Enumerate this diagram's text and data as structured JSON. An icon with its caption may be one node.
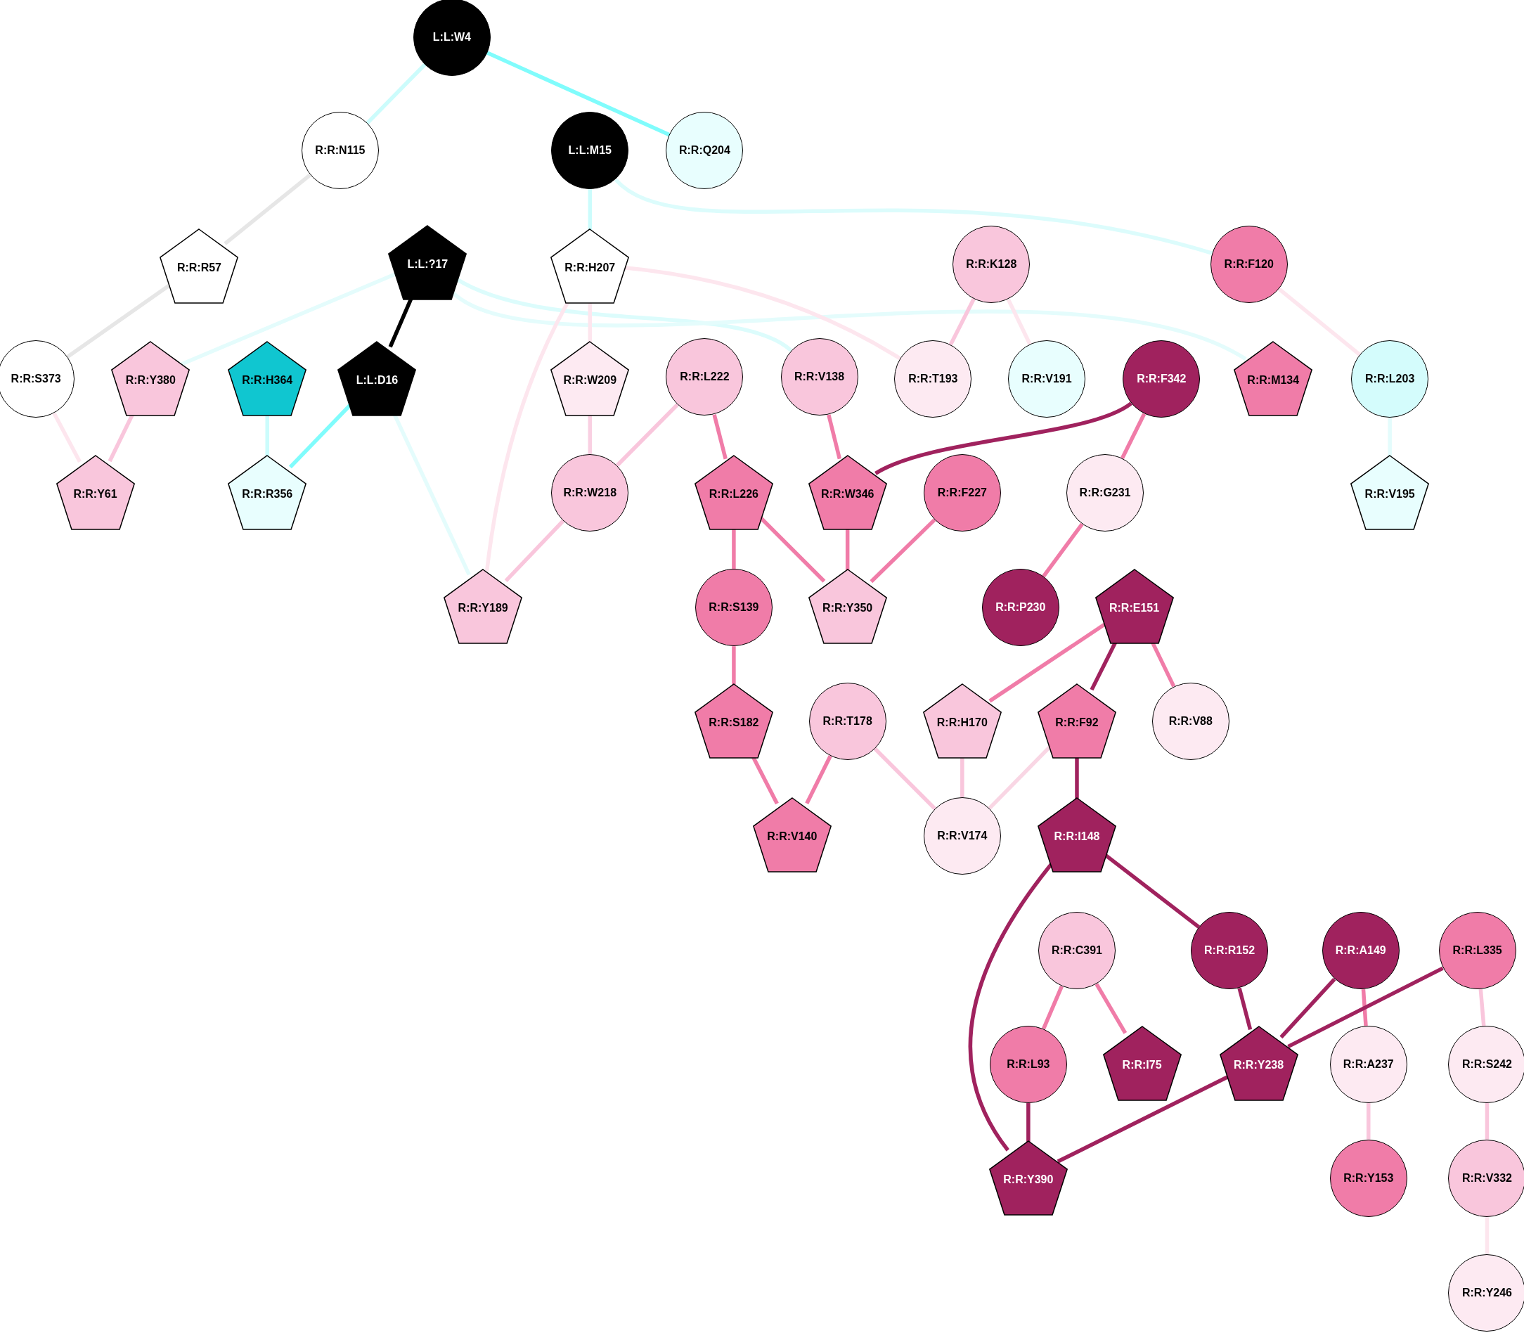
{
  "diagram": {
    "nodes": [
      {
        "text": [
          "L:L:W4"
        ]
      },
      {
        "text": [
          "R:R:N115"
        ]
      },
      {
        "text": [
          "L:L:M15"
        ]
      },
      {
        "text": [
          "R:R:Q204"
        ]
      },
      {
        "text": [
          "R:R:R57"
        ]
      },
      {
        "text": [
          "L:L:?17"
        ]
      },
      {
        "text": [
          "R:R:H207"
        ]
      },
      {
        "text": [
          "R:R:K128"
        ]
      },
      {
        "text": [
          "R:R:F120"
        ]
      },
      {
        "text": [
          "R:R:S373"
        ]
      },
      {
        "text": [
          "R:R:Y380"
        ]
      },
      {
        "text": [
          "R:R:H364"
        ]
      },
      {
        "text": [
          "L:L:D16"
        ]
      },
      {
        "text": [
          "R:R:W209"
        ]
      },
      {
        "text": [
          "R:R:L222"
        ]
      },
      {
        "text": [
          "R:R:V138"
        ]
      },
      {
        "text": [
          "R:R:T193"
        ]
      },
      {
        "text": [
          "R:R:V191"
        ]
      },
      {
        "text": [
          "R:R:F342"
        ]
      },
      {
        "text": [
          "R:R:M134"
        ]
      },
      {
        "text": [
          "R:R:L203"
        ]
      },
      {
        "text": [
          "R:R:Y61"
        ]
      },
      {
        "text": [
          "R:R:R356"
        ]
      },
      {
        "text": [
          "R:R:W218"
        ]
      },
      {
        "text": [
          "R:R:L226"
        ]
      },
      {
        "text": [
          "R:R:W346"
        ]
      },
      {
        "text": [
          "R:R:F227"
        ]
      },
      {
        "text": [
          "R:R:G231"
        ]
      },
      {
        "text": [
          "R:R:V195"
        ]
      },
      {
        "text": [
          "R:R:Y189"
        ]
      },
      {
        "text": [
          "R:R:S139"
        ]
      },
      {
        "text": [
          "R:R:Y350"
        ]
      },
      {
        "text": [
          "R:R:P230"
        ]
      },
      {
        "text": [
          "R:R:E151"
        ]
      },
      {
        "text": [
          "R:R:S182"
        ]
      },
      {
        "text": [
          "R:R:T178"
        ]
      },
      {
        "text": [
          "R:R:H170"
        ]
      },
      {
        "text": [
          "R:R:F92"
        ]
      },
      {
        "text": [
          "R:R:V88"
        ]
      },
      {
        "text": [
          "R:R:V140"
        ]
      },
      {
        "text": [
          "R:R:V174"
        ]
      },
      {
        "text": [
          "R:R:I148"
        ]
      },
      {
        "text": [
          "R:R:C391"
        ]
      },
      {
        "text": [
          "R:R:R152"
        ]
      },
      {
        "text": [
          "R:R:A149"
        ]
      },
      {
        "text": [
          "R:R:L335"
        ]
      },
      {
        "text": [
          "R:R:L93"
        ]
      },
      {
        "text": [
          "R:R:I75"
        ]
      },
      {
        "text": [
          "R:R:Y238"
        ]
      },
      {
        "text": [
          "R:R:A237"
        ]
      },
      {
        "text": [
          "R:R:S242"
        ]
      },
      {
        "text": [
          "R:R:Y390"
        ]
      },
      {
        "text": [
          "R:R:Y153"
        ]
      },
      {
        "text": [
          "R:R:V332"
        ]
      },
      {
        "text": [
          "R:R:Y246"
        ]
      }
    ],
    "edges": [
      {
        "from": 0,
        "to": 1,
        "arrow": "none",
        "color": "#ccfcfc"
      },
      {
        "from": 0,
        "to": 3,
        "arrow": "none",
        "color": "#80fcfc"
      },
      {
        "from": 1,
        "to": 4,
        "arrow": "none",
        "color": "#e6e6e6"
      },
      {
        "from": 4,
        "to": 9,
        "arrow": "none",
        "color": "#e6e6e6"
      },
      {
        "from": 2,
        "to": 6,
        "arrow": "none",
        "color": "#ccfcfc"
      },
      {
        "from": 2,
        "to": 8,
        "arrow": "none",
        "color": "#dcfcfc"
      },
      {
        "from": 5,
        "to": 10,
        "arrow": "none",
        "color": "#e4fcfc"
      },
      {
        "from": 5,
        "to": 12,
        "arrow": "none",
        "color": "#000000"
      },
      {
        "from": 5,
        "to": 15,
        "arrow": "none",
        "color": "#dcfcfc"
      },
      {
        "from": 5,
        "to": 19,
        "arrow": "none",
        "color": "#e4fcfc"
      },
      {
        "from": 6,
        "to": 13,
        "arrow": "none",
        "color": "#fde6ee"
      },
      {
        "from": 6,
        "to": 16,
        "arrow": "none",
        "color": "#fde6ee"
      },
      {
        "from": 6,
        "to": 29,
        "arrow": "none",
        "color": "#fde6ee"
      },
      {
        "from": 7,
        "to": 16,
        "arrow": "none",
        "color": "#f9c6dc"
      },
      {
        "from": 7,
        "to": 17,
        "arrow": "none",
        "color": "#fde6ee"
      },
      {
        "from": 8,
        "to": 20,
        "arrow": "none",
        "color": "#fde6ee"
      },
      {
        "from": 9,
        "to": 21,
        "arrow": "none",
        "color": "#fde6ee"
      },
      {
        "from": 10,
        "to": 21,
        "arrow": "none",
        "color": "#f9c6dc"
      },
      {
        "from": 11,
        "to": 22,
        "arrow": "none",
        "color": "#ccfcfc"
      },
      {
        "from": 12,
        "to": 22,
        "arrow": "none",
        "color": "#80fcfc"
      },
      {
        "from": 12,
        "to": 29,
        "arrow": "none",
        "color": "#e4fcfc"
      },
      {
        "from": 13,
        "to": 23,
        "arrow": "none",
        "color": "#f9d0e2"
      },
      {
        "from": 14,
        "to": 23,
        "arrow": "none",
        "color": "#f9c6dc"
      },
      {
        "from": 14,
        "to": 24,
        "arrow": "none",
        "color": "#f07ca8"
      },
      {
        "from": 15,
        "to": 25,
        "arrow": "none",
        "color": "#f07ca8"
      },
      {
        "from": 18,
        "to": 25,
        "arrow": "none",
        "color": "#a0225e"
      },
      {
        "from": 18,
        "to": 27,
        "arrow": "none",
        "color": "#f07ca8"
      },
      {
        "from": 20,
        "to": 28,
        "arrow": "none",
        "color": "#e4fcfc"
      },
      {
        "from": 23,
        "to": 29,
        "arrow": "none",
        "color": "#f9c6dc"
      },
      {
        "from": 24,
        "to": 30,
        "arrow": "none",
        "color": "#f07ca8"
      },
      {
        "from": 24,
        "to": 31,
        "arrow": "none",
        "color": "#f07ca8"
      },
      {
        "from": 25,
        "to": 31,
        "arrow": "none",
        "color": "#f07ca8"
      },
      {
        "from": 26,
        "to": 31,
        "arrow": "none",
        "color": "#f07ca8"
      },
      {
        "from": 27,
        "to": 32,
        "arrow": "none",
        "color": "#f07ca8"
      },
      {
        "from": 30,
        "to": 34,
        "arrow": "none",
        "color": "#f07ca8"
      },
      {
        "from": 33,
        "to": 36,
        "arrow": "none",
        "color": "#f07ca8"
      },
      {
        "from": 33,
        "to": 37,
        "arrow": "none",
        "color": "#a0225e"
      },
      {
        "from": 33,
        "to": 38,
        "arrow": "none",
        "color": "#f07ca8"
      },
      {
        "from": 34,
        "to": 39,
        "arrow": "none",
        "color": "#f07ca8"
      },
      {
        "from": 35,
        "to": 39,
        "arrow": "none",
        "color": "#f07ca8"
      },
      {
        "from": 35,
        "to": 40,
        "arrow": "none",
        "color": "#f9c6dc"
      },
      {
        "from": 36,
        "to": 40,
        "arrow": "none",
        "color": "#f9c6dc"
      },
      {
        "from": 37,
        "to": 40,
        "arrow": "none",
        "color": "#f9d6e4"
      },
      {
        "from": 37,
        "to": 41,
        "arrow": "none",
        "color": "#a0225e"
      },
      {
        "from": 41,
        "to": 43,
        "arrow": "none",
        "color": "#a0225e"
      },
      {
        "from": 41,
        "to": 51,
        "arrow": "none",
        "color": "#a0225e"
      },
      {
        "from": 42,
        "to": 46,
        "arrow": "none",
        "color": "#f07ca8"
      },
      {
        "from": 42,
        "to": 47,
        "arrow": "none",
        "color": "#f07ca8"
      },
      {
        "from": 43,
        "to": 48,
        "arrow": "none",
        "color": "#a0225e"
      },
      {
        "from": 44,
        "to": 48,
        "arrow": "none",
        "color": "#a0225e"
      },
      {
        "from": 44,
        "to": 49,
        "arrow": "none",
        "color": "#f07ca8"
      },
      {
        "from": 45,
        "to": 48,
        "arrow": "none",
        "color": "#a0225e"
      },
      {
        "from": 45,
        "to": 50,
        "arrow": "none",
        "color": "#f9c6dc"
      },
      {
        "from": 46,
        "to": 51,
        "arrow": "none",
        "color": "#a0225e"
      },
      {
        "from": 48,
        "to": 51,
        "arrow": "none",
        "color": "#a0225e"
      },
      {
        "from": 49,
        "to": 52,
        "arrow": "none",
        "color": "#f9c6dc"
      },
      {
        "from": 50,
        "to": 53,
        "arrow": "none",
        "color": "#f9c6dc"
      },
      {
        "from": 53,
        "to": 54,
        "arrow": "none",
        "color": "#fde6ee"
      }
    ]
  }
}
